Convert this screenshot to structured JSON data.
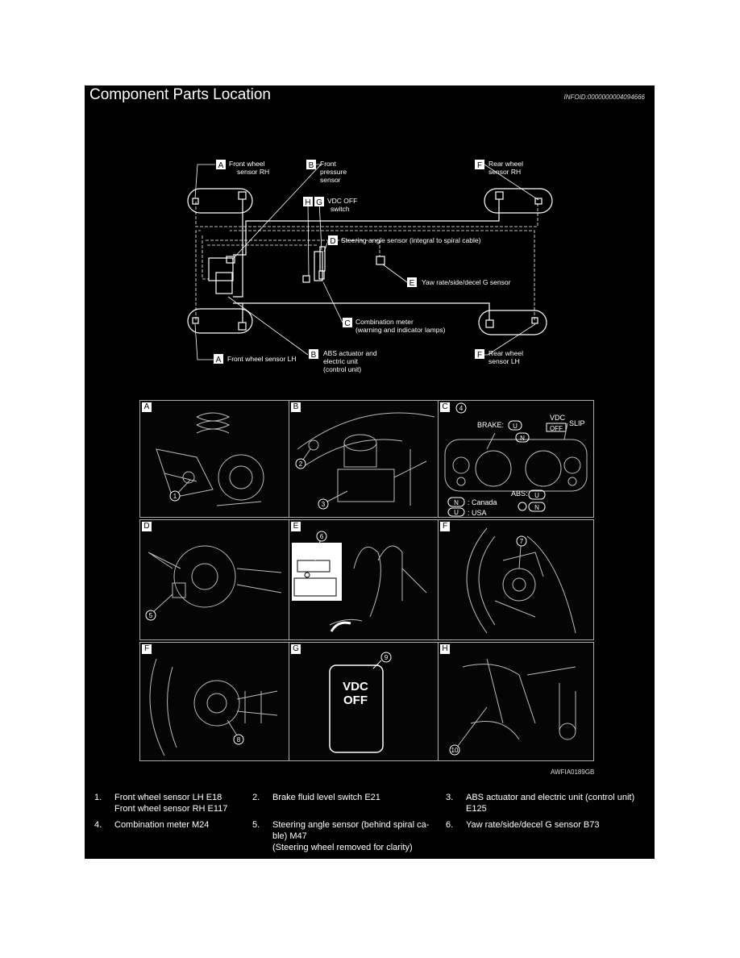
{
  "title": "Component Parts Location",
  "doc_id": "INFOID:0000000004094666",
  "overview": {
    "labels": {
      "front_rh": {
        "box": "A",
        "text": [
          "Front wheel",
          "sensor RH"
        ]
      },
      "front_pressure": {
        "box": "B",
        "text": [
          "Front",
          "pressure",
          "sensor"
        ]
      },
      "rear_rh": {
        "box": "F",
        "text": [
          "Rear wheel",
          "sensor RH"
        ]
      },
      "switch_h": {
        "box": "H"
      },
      "vdc_switch": {
        "box": "G",
        "text": [
          "VDC OFF",
          "switch"
        ]
      },
      "steering": {
        "box": "D",
        "text": [
          "Steering angle sensor (integral to spiral cable)"
        ]
      },
      "yaw": {
        "box": "E",
        "text": [
          "Yaw rate/side/decel G sensor"
        ]
      },
      "combo": {
        "box": "C",
        "text": [
          "Combination meter",
          "(warning and indicator lamps)"
        ]
      },
      "front_lh": {
        "box": "A",
        "text": [
          "Front wheel sensor LH"
        ]
      },
      "abs": {
        "box": "B",
        "text": [
          "ABS actuator and",
          "electric unit",
          "(control unit)"
        ]
      },
      "rear_lh": {
        "box": "F",
        "text": [
          "Rear wheel",
          "sensor LH"
        ]
      }
    }
  },
  "photos": [
    {
      "tag": "A",
      "callouts": [
        "1"
      ]
    },
    {
      "tag": "B",
      "callouts": [
        "2",
        "3"
      ]
    },
    {
      "tag": "C",
      "callouts": [
        "4"
      ]
    },
    {
      "tag": "D",
      "callouts": [
        "5"
      ]
    },
    {
      "tag": "E",
      "callouts": [
        "6"
      ]
    },
    {
      "tag": "F",
      "callouts": [
        "7"
      ]
    },
    {
      "tag": "F",
      "callouts": [
        "8"
      ]
    },
    {
      "tag": "G",
      "callouts": [
        "9"
      ]
    },
    {
      "tag": "H",
      "callouts": [
        "10"
      ]
    }
  ],
  "meter": {
    "brake": "BRAKE:",
    "vdc": "VDC",
    "off": "OFF",
    "slip": "SLIP",
    "abs": "ABS:",
    "u": "U",
    "n": "N",
    "canada": ": Canada",
    "usa": ": USA"
  },
  "vdc_button": "VDC\nOFF",
  "figure_code": "AWFIA0189GB",
  "legend": [
    {
      "num": "1.",
      "text": "Front wheel sensor LH E18\nFront wheel sensor RH E117"
    },
    {
      "num": "2.",
      "text": "Brake fluid level switch E21"
    },
    {
      "num": "3.",
      "text": "ABS actuator and electric unit (control unit)\nE125"
    },
    {
      "num": "4.",
      "text": "Combination meter M24"
    },
    {
      "num": "5.",
      "text": "Steering angle sensor (behind spiral ca-\nble) M47\n(Steering wheel removed for clarity)"
    },
    {
      "num": "6.",
      "text": "Yaw rate/side/decel G sensor B73"
    }
  ]
}
